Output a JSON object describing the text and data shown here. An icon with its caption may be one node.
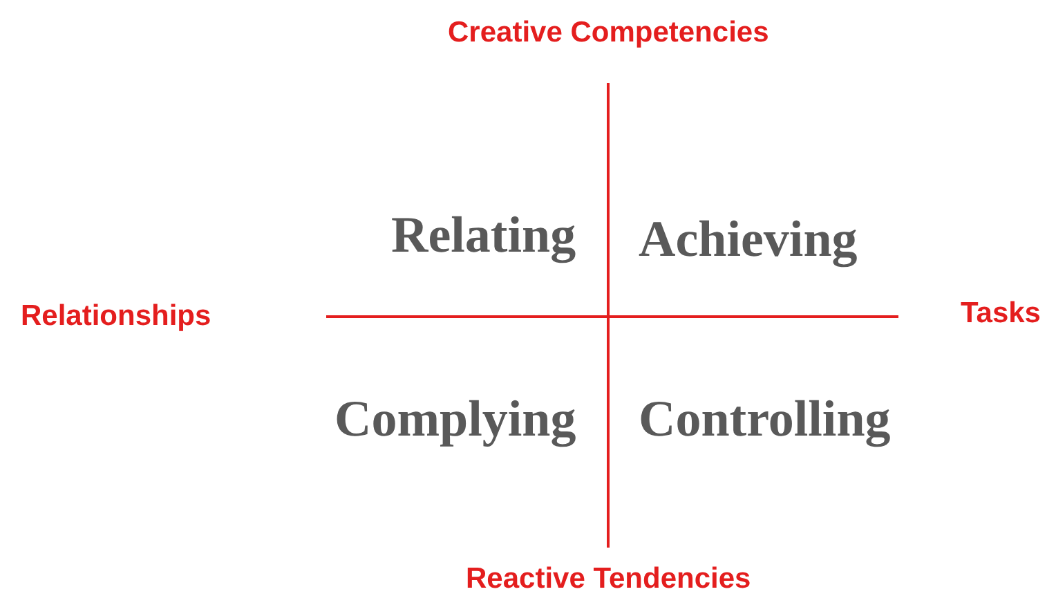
{
  "diagram": {
    "labels": [
      "Creative Competencies",
      "Relating",
      "Achieving",
      "Relationships",
      "Tasks",
      "Complying",
      "Controlling",
      "Reactive Tendencies"
    ]
  }
}
